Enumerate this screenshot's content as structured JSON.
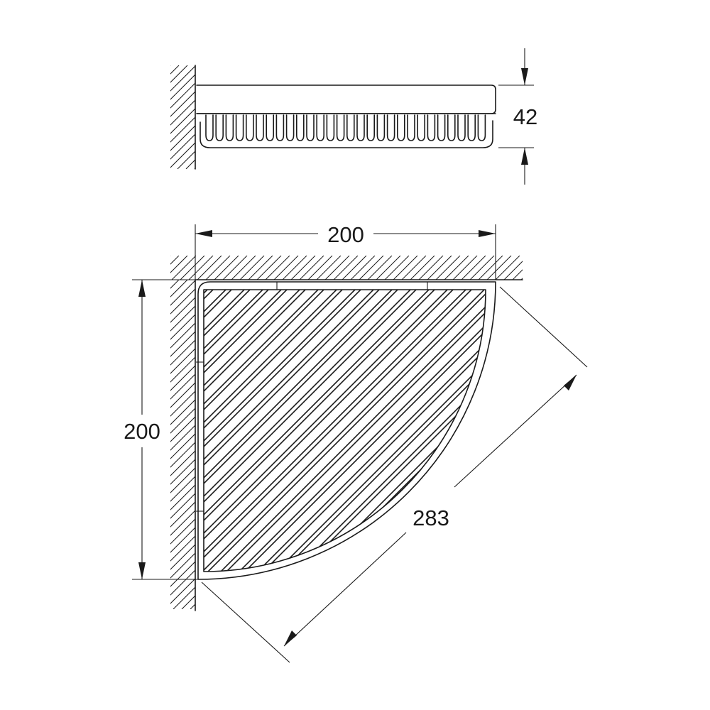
{
  "dimensions": {
    "height": "42",
    "width": "200",
    "depth": "200",
    "diagonal": "283"
  },
  "colors": {
    "line": "#1a1a1a",
    "background": "#ffffff"
  }
}
